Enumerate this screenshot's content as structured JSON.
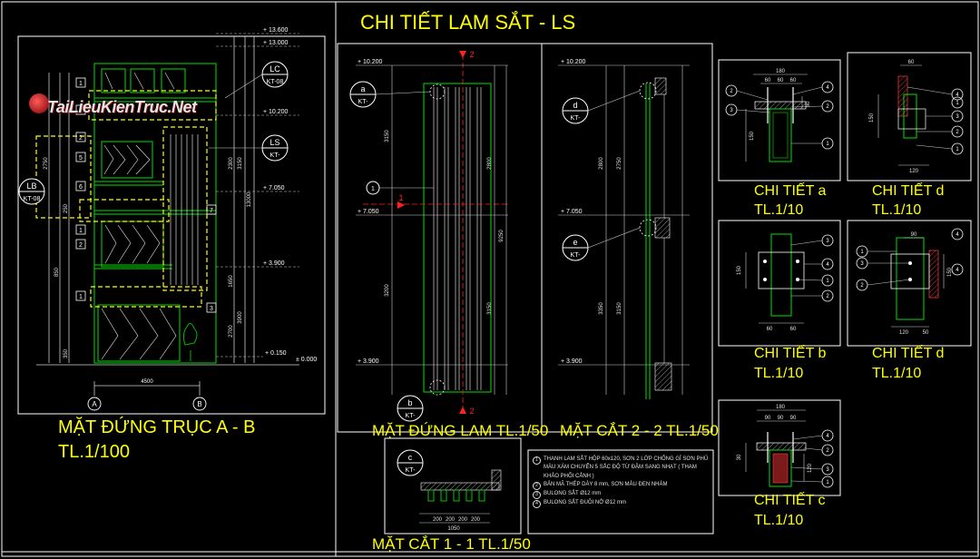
{
  "sheet_title": "CHI TIẾT LAM SẮT - LS",
  "watermark": "TaiLieuKienTruc.Net",
  "views": {
    "elevation_ab": {
      "title": "MẶT ĐỨNG TRỤC A - B",
      "scale": "TL.1/100"
    },
    "elevation_lam": {
      "title": "MẶT ĐỨNG LAM TL.1/50"
    },
    "section_22": {
      "title": "MẶT CẮT 2 - 2 TL.1/50"
    },
    "section_11": {
      "title": "MẶT CẮT 1 - 1 TL.1/50"
    }
  },
  "details": [
    {
      "title": "CHI TIẾT a",
      "scale": "TL.1/10"
    },
    {
      "title": "CHI TIẾT d",
      "scale": "TL.1/10"
    },
    {
      "title": "CHI TIẾT b",
      "scale": "TL.1/10"
    },
    {
      "title": "CHI TIẾT d",
      "scale": "TL.1/10"
    },
    {
      "title": "CHI TIẾT c",
      "scale": "TL.1/10"
    }
  ],
  "callouts": {
    "lc": {
      "top": "LC",
      "bottom": "KT-08"
    },
    "ls": {
      "top": "LS",
      "bottom": "KT-"
    },
    "lb": {
      "top": "LB",
      "bottom": "KT-08"
    },
    "a": {
      "top": "a",
      "bottom": "KT-"
    },
    "b": {
      "top": "b",
      "bottom": "KT-"
    },
    "c": {
      "top": "c",
      "bottom": "KT-"
    },
    "d": {
      "top": "d",
      "bottom": "KT-"
    },
    "e": {
      "top": "e",
      "bottom": "KT-"
    }
  },
  "levels": {
    "l13600": "+ 13.600",
    "l13000": "+ 13.000",
    "l10200": "+ 10.200",
    "l7050": "+ 7.050",
    "l3900": "+ 3.900",
    "l0150": "+ 0.150",
    "l0000": "± 0.000"
  },
  "grid": {
    "a": "A",
    "b": "B",
    "span": "4500"
  },
  "dims": {
    "d180": "180",
    "d60": "60",
    "d90": "90",
    "d120": "120",
    "d150": "150",
    "d50": "50",
    "d30": "30",
    "d200": "200",
    "d1050": "1050",
    "d3150": "3150",
    "d2800": "2800",
    "d2750": "2750",
    "d3200": "3200",
    "d3350": "3350",
    "d9250": "9250",
    "d13000": "13000",
    "d3900": "3900",
    "d2700": "2700",
    "d2300": "2300",
    "d1650": "1650",
    "d850": "850",
    "d250": "250",
    "d350": "350"
  },
  "markers": {
    "m1": "1",
    "m2": "2",
    "m3": "3",
    "m4": "4",
    "m5": "5",
    "m6": "6",
    "m7": "7"
  },
  "notes": [
    {
      "num": "1",
      "text": "THANH LAM SẮT HỘP 60x120, SƠN 2 LỚP CHỐNG GỈ SƠN PHỦ MÀU XÁM CHUYỂN 5 SẮC ĐỘ TỪ ĐẬM SANG NHẠT ( THAM KHẢO PHỐI CẢNH )"
    },
    {
      "num": "2",
      "text": "BẢN MÃ THÉP DÀY 8 mm, SƠN MÀU ĐEN NHÁM"
    },
    {
      "num": "3",
      "text": "BULONG SẮT Ø12 mm"
    },
    {
      "num": "4",
      "text": "BULONG SẮT ĐUÔI NỞ Ø12 mm"
    }
  ],
  "colors": {
    "line": "#ffffff",
    "green": "#00e000",
    "yellow": "#ffff00",
    "red": "#ff2020",
    "grey": "#9a9a9a",
    "dim": "#cfcfcf"
  }
}
